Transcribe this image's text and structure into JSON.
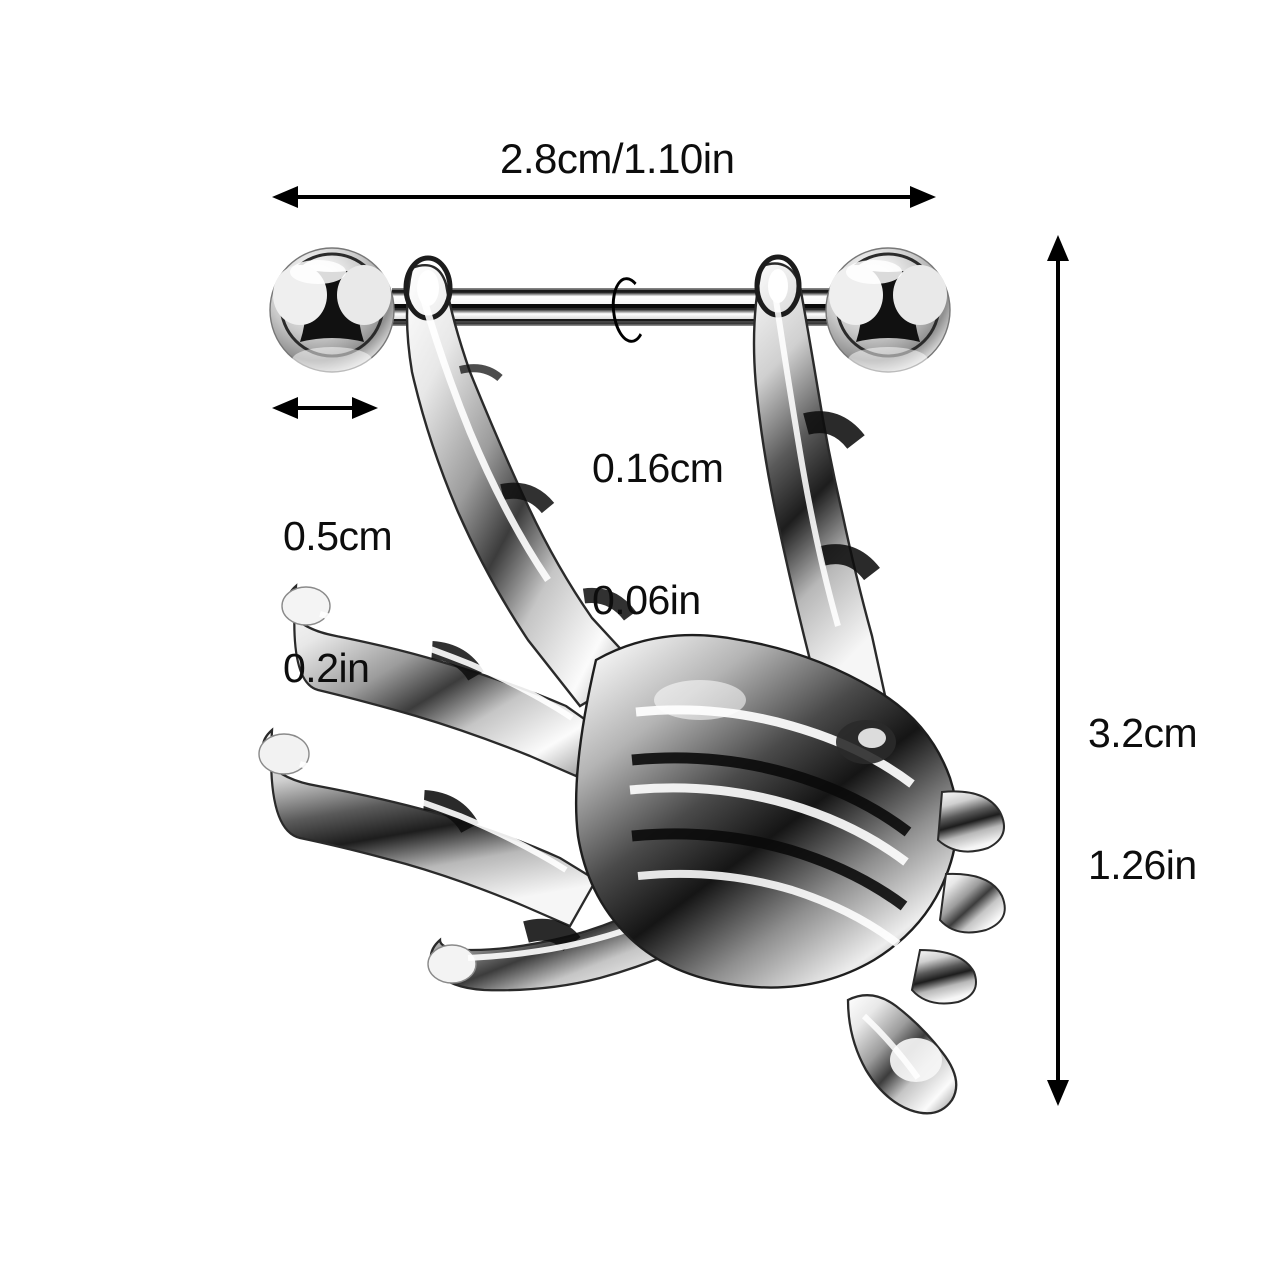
{
  "background_color": "#ffffff",
  "ink_color": "#000000",
  "product": {
    "name": "skeleton-hand-barbell",
    "material_appearance": "polished-chrome-silver",
    "components": [
      "left-barbell-ball",
      "right-barbell-ball",
      "straight-barbell-bar",
      "skeleton-hand-charm"
    ]
  },
  "dimensions": {
    "width": {
      "label": "2.8cm/1.10in",
      "cm": "2.8cm",
      "in": "1.10in",
      "orientation": "horizontal",
      "measures": "overall-barbell-width"
    },
    "ball": {
      "line1": "0.5cm",
      "line2": "0.2in",
      "orientation": "horizontal",
      "measures": "ball-diameter"
    },
    "gauge": {
      "line1": "0.16cm",
      "line2": "0.06in",
      "orientation": "callout",
      "measures": "bar-thickness-gauge"
    },
    "height": {
      "line1": "3.2cm",
      "line2": "1.26in",
      "orientation": "vertical",
      "measures": "overall-charm-height"
    }
  }
}
